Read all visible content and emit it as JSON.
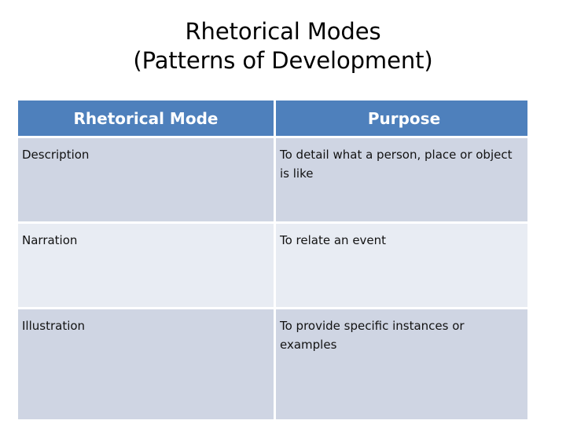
{
  "slide": {
    "title_line1": "Rhetorical Modes",
    "title_line2": "(Patterns of Development)"
  },
  "colors": {
    "header_background": "#4E80BC",
    "header_text": "#FFFFFF",
    "row_shade_dark": "#CFD5E3",
    "row_shade_light": "#E8ECF3",
    "body_text": "#121212",
    "title_text": "#000000",
    "slide_background": "#FFFFFF"
  },
  "table": {
    "headers": {
      "mode": "Rhetorical Mode",
      "purpose": "Purpose"
    },
    "rows": [
      {
        "mode": "Description",
        "purpose": "To detail what a person, place or object is like"
      },
      {
        "mode": "Narration",
        "purpose": "To relate an event"
      },
      {
        "mode": "Illustration",
        "purpose": "To provide specific instances or examples"
      }
    ]
  }
}
